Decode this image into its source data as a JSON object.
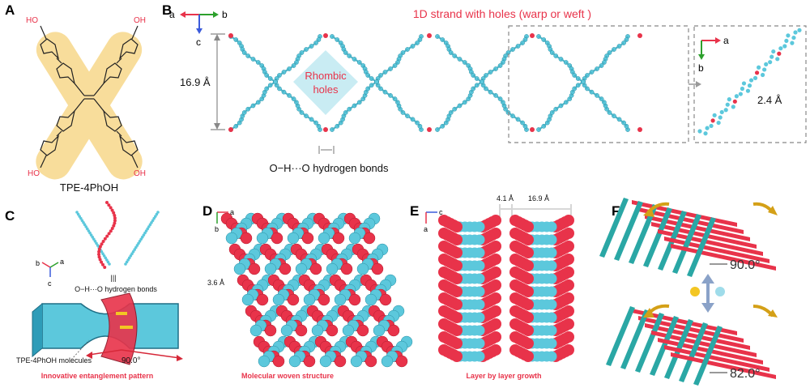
{
  "panels": {
    "A": {
      "letter": "A",
      "molecule": "TPE-4PhOH",
      "ho_left_top": "HO",
      "oh_right_top": "OH",
      "ho_left_bottom": "HO",
      "oh_right_bottom": "OH"
    },
    "B": {
      "letter": "B",
      "title": "1D strand with holes (warp or weft )",
      "axis_a": "a",
      "axis_b": "b",
      "axis_c": "c",
      "height_label": "16.9 Å",
      "hole_label_1": "Rhombic",
      "hole_label_2": "holes",
      "hbond_caption": "O−H···O hydrogen bonds",
      "inset_axis_a": "a",
      "inset_axis_b": "b",
      "inset_dist": "2.4 Å"
    },
    "C": {
      "letter": "C",
      "axis_a": "a",
      "axis_b": "b",
      "axis_c": "c",
      "hbond_caption": "O−H···O hydrogen bonds",
      "molecules_label": "TPE-4PhOH molecules",
      "angle": "90.0°",
      "caption": "Innovative entanglement pattern",
      "sep": "|||"
    },
    "D": {
      "letter": "D",
      "axis_a": "a",
      "axis_b": "b",
      "dist": "3.6 Å",
      "caption": "Molecular woven structure"
    },
    "E": {
      "letter": "E",
      "axis_c": "c",
      "axis_a": "a",
      "dist1": "4.1 Å",
      "dist2": "16.9 Å",
      "caption": "Layer by layer growth"
    },
    "F": {
      "letter": "F",
      "angle_top": "90.0°",
      "angle_bottom": "82.0°"
    }
  },
  "colors": {
    "red": "#e8334a",
    "cyan": "#5cc8dc",
    "teal": "#2aa7a5",
    "yellow": "#f6d27a",
    "hole": "#c9ecf3"
  }
}
